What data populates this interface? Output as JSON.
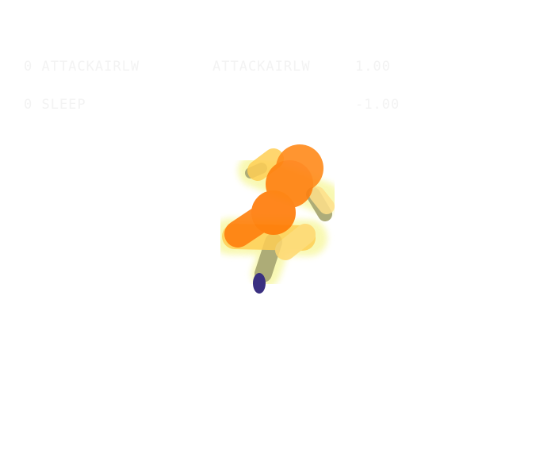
{
  "overlay": {
    "left": [
      "0 ATTACKAIRLW",
      "0 SLEEP"
    ],
    "center": [
      "ATTACKAIRLW"
    ],
    "right": [
      "1.00",
      "-1.00"
    ]
  },
  "colors": {
    "body_orange": "#ff7f0e",
    "limb_yellow": "#ffd35a",
    "glow_yellow": "#f7f7a0",
    "skin": "#a9a874",
    "foot": "#3a3080"
  }
}
